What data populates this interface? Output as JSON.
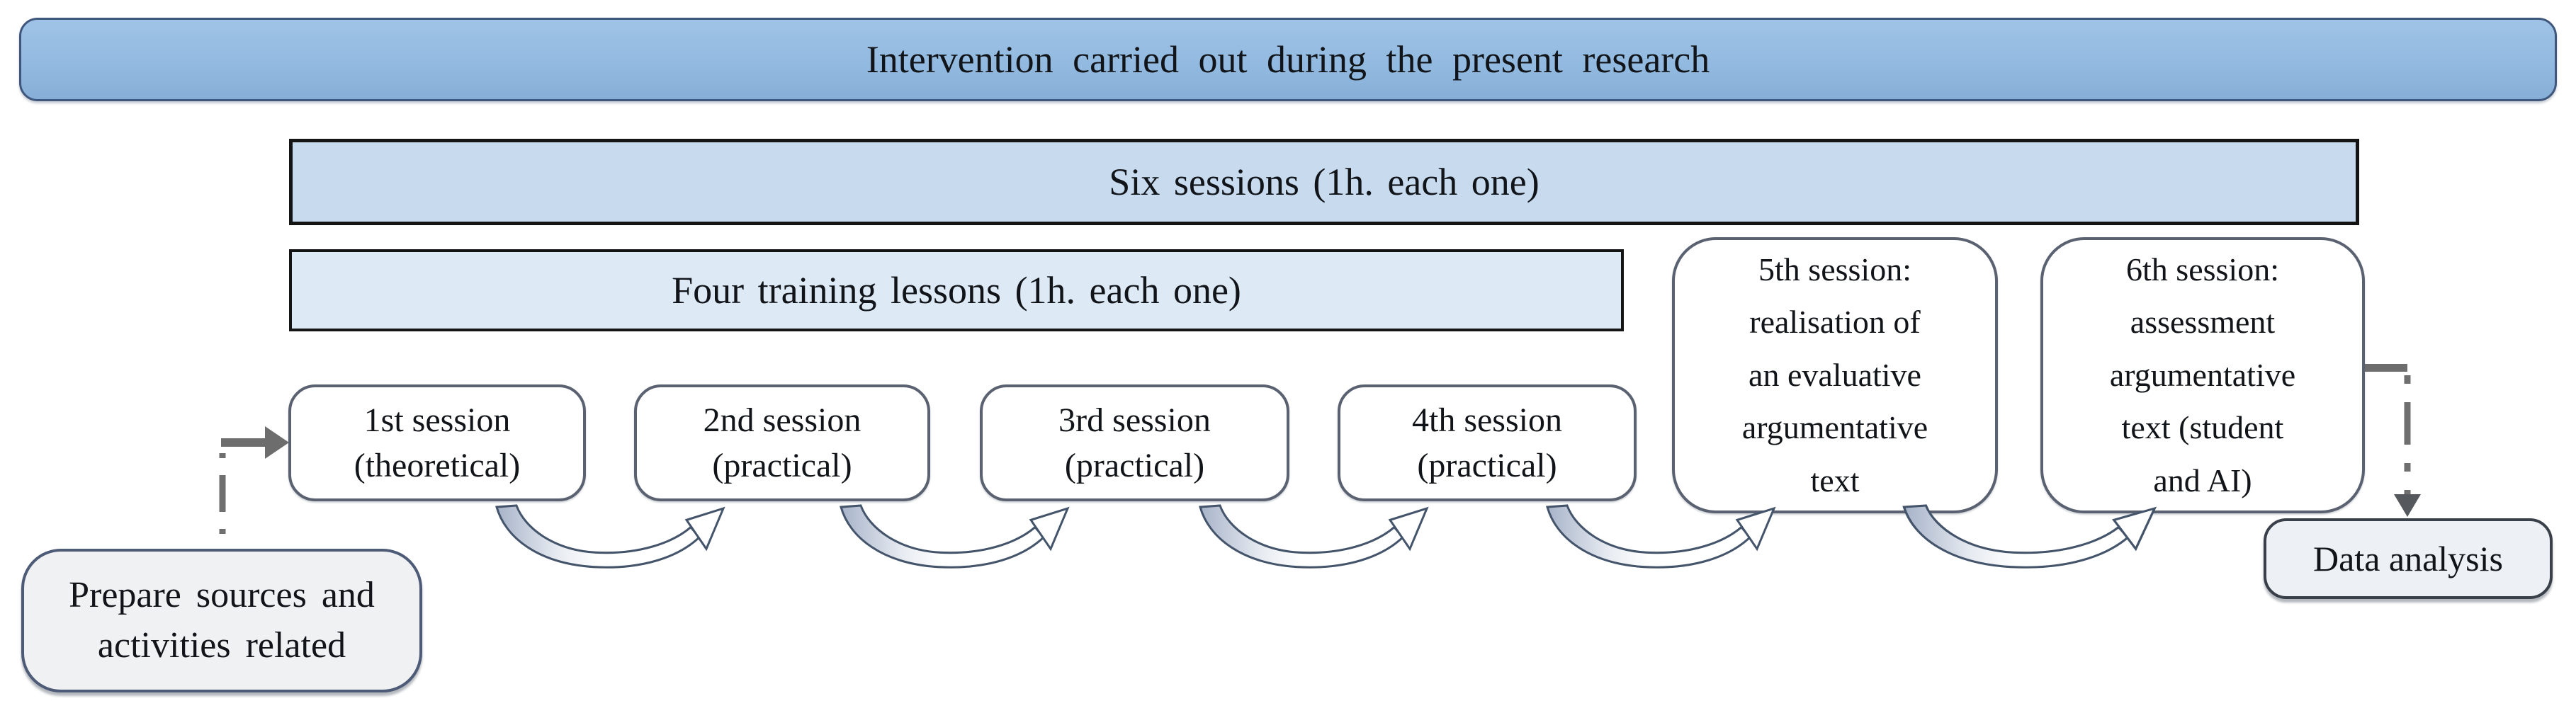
{
  "diagram": {
    "title_banner": "Intervention carried out during the present research",
    "sessions_banner": "Six sessions (1h. each one)",
    "training_banner": "Four training lessons (1h. each one)"
  },
  "session_boxes": [
    {
      "label": "1st session\n(theoretical)"
    },
    {
      "label": "2nd session\n(practical)"
    },
    {
      "label": "3rd session\n(practical)"
    },
    {
      "label": "4th session\n(practical)"
    },
    {
      "label": "5th session:\nrealisation of\nan evaluative\nargumentative\ntext"
    },
    {
      "label": "6th session:\nassessment\nargumentative\ntext (student\nand AI)"
    }
  ],
  "side_boxes": {
    "prepare": "Prepare sources and\nactivities related",
    "data_analysis": "Data analysis"
  },
  "colors": {
    "title_banner_fill": "#92b9e0",
    "title_banner_border": "#3f577c",
    "six_sessions_fill": "#c7daee",
    "four_lessons_fill": "#dde9f5",
    "black_border": "#141414",
    "session_box_border": "#5a6170",
    "curved_arrow_outline": "#44546a",
    "curved_arrow_thick_end": "#aab5cb",
    "connector_gray": "#6d6d6d",
    "prepare_fill": "#f0f1f3",
    "data_analysis_fill": "#edf0f4",
    "text": "#111418"
  }
}
